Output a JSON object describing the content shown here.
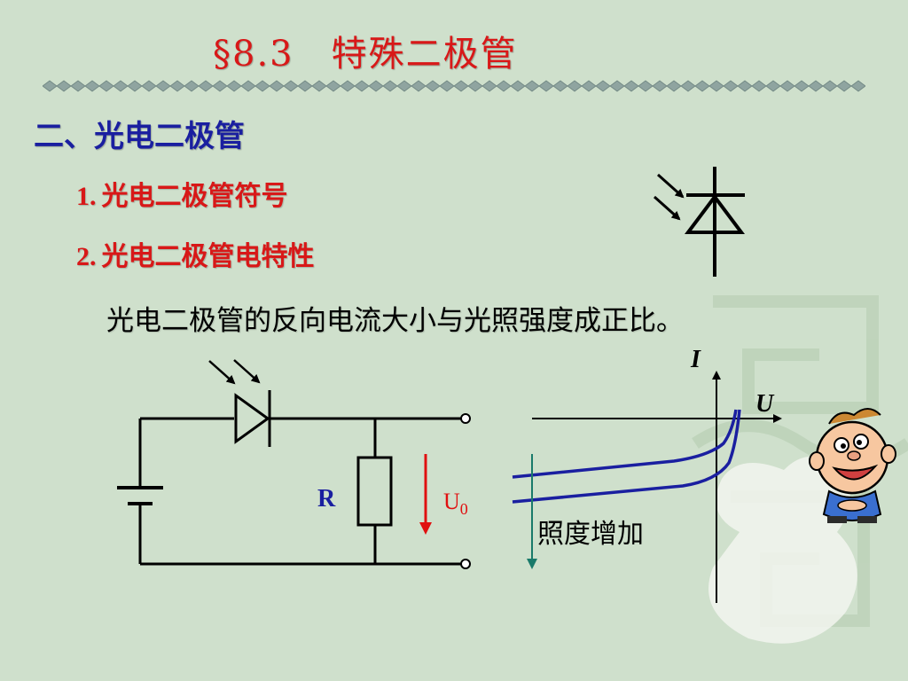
{
  "title": "§8.3　特殊二极管",
  "section": {
    "heading": "二、光电二极管",
    "items": [
      {
        "num": "1.",
        "label": "光电二极管符号"
      },
      {
        "num": "2.",
        "label": "光电二极管电特性"
      }
    ],
    "statement": "光电二极管的反向电流大小与光照强度成正比。"
  },
  "circuit": {
    "resistor_label": "R",
    "voltage_label": "U",
    "voltage_subscript": "0"
  },
  "graph": {
    "y_axis_label": "I",
    "x_axis_label": "U",
    "annotation": "照度增加"
  },
  "colors": {
    "title": "#d81818",
    "heading": "#1a1fa0",
    "curve": "#1a1fa0",
    "arrow_red": "#e01010",
    "arrow_teal": "#1a7a6a",
    "background": "#cfe0cc"
  }
}
